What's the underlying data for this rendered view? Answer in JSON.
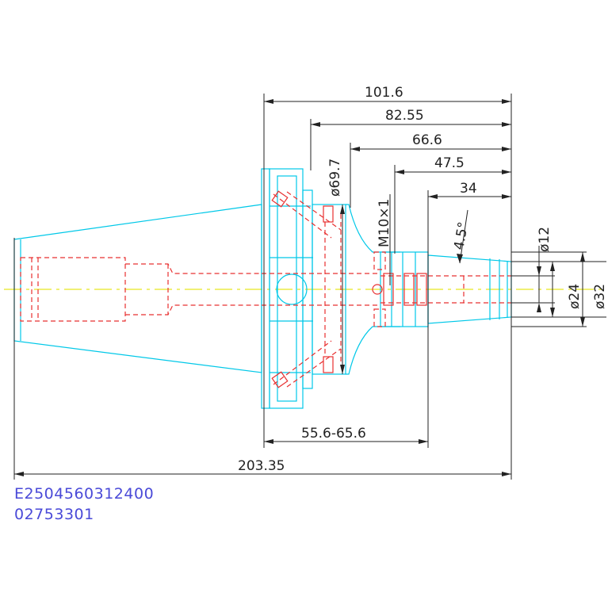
{
  "colors": {
    "outline": "#00c8e8",
    "hidden": "#e83030",
    "center": "#e8e820",
    "dimension": "#222222",
    "code": "#4a4ad8"
  },
  "dimensions": {
    "overall_length": "203.35",
    "d1": "101.6",
    "d2": "82.55",
    "d3": "66.6",
    "d4": "47.5",
    "d5": "34",
    "gauge_range": "55.6-65.6",
    "flange_dia": "ø69.7",
    "thread": "M10×1",
    "angle": "4.5°",
    "bore_dia": "ø12",
    "nose_dia_small": "ø24",
    "nose_dia_large": "ø32"
  },
  "codes": {
    "part_number": "E2504560312400",
    "item_number": "02753301"
  }
}
